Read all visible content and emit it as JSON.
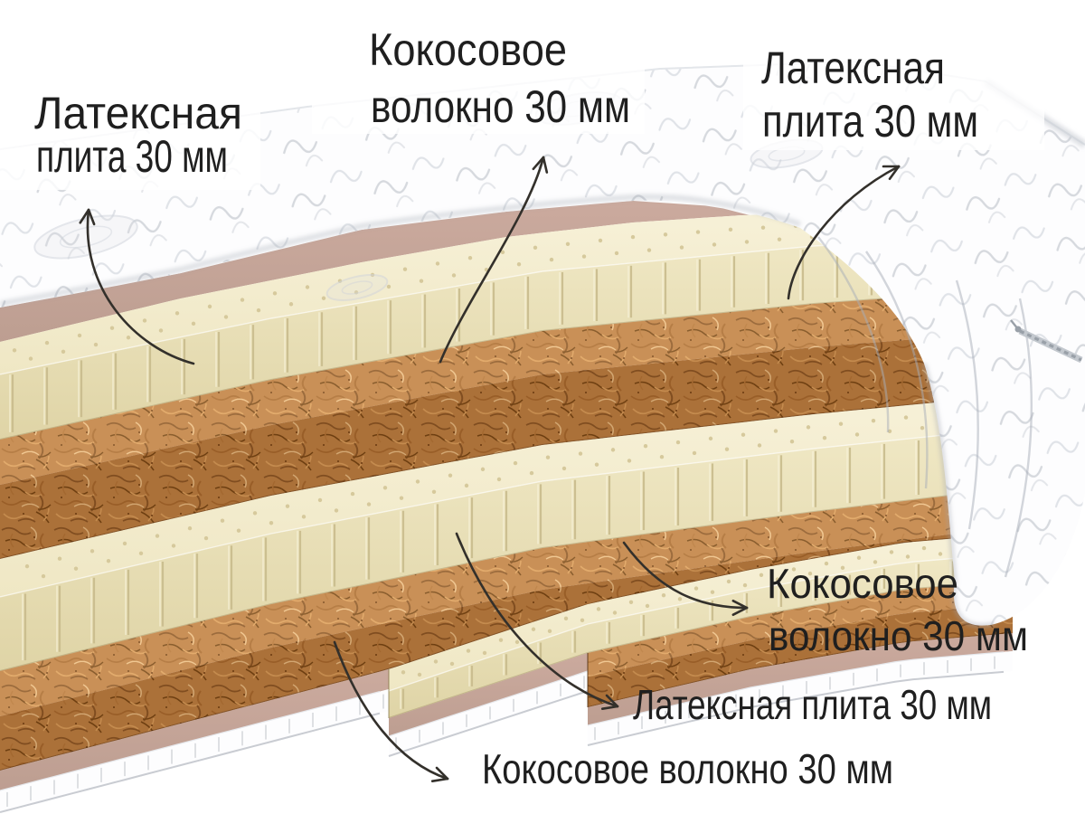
{
  "image_type": "mattress-layered-cutaway-product-illustration",
  "language": "ru",
  "callouts": [
    {
      "id": "latex-top-left",
      "material": "latex",
      "lines": [
        "Латексная",
        "плита 30 мм"
      ]
    },
    {
      "id": "coir-top-center",
      "material": "coconut-fiber",
      "lines": [
        "Кокосовое",
        "волокно 30 мм"
      ]
    },
    {
      "id": "latex-top-right",
      "material": "latex",
      "lines": [
        "Латексная",
        "плита 30 мм"
      ]
    },
    {
      "id": "coir-right",
      "material": "coconut-fiber",
      "lines": [
        "Кокосовое",
        "волокно 30 мм"
      ]
    },
    {
      "id": "latex-bottom-right",
      "material": "latex",
      "lines": [
        "Латексная плита 30 мм"
      ]
    },
    {
      "id": "coir-bottom",
      "material": "coconut-fiber",
      "lines": [
        "Кокосовое волокно 30 мм"
      ]
    }
  ],
  "layers_top_to_bottom": [
    {
      "name": "quilted-cover"
    },
    {
      "name": "felt-pad"
    },
    {
      "name": "latex-plate",
      "thickness": "30 мм"
    },
    {
      "name": "coconut-fiber",
      "thickness": "30 мм"
    },
    {
      "name": "latex-plate",
      "thickness": "30 мм"
    },
    {
      "name": "coconut-fiber",
      "thickness": "30 мм"
    },
    {
      "name": "latex-plate",
      "thickness": "30 мм"
    },
    {
      "name": "coconut-fiber",
      "thickness": "30 мм"
    },
    {
      "name": "felt-pad"
    },
    {
      "name": "quilted-cover"
    }
  ],
  "colors": {
    "background": "#ffffff",
    "latex_face": "#ece3ba",
    "latex_top": "#f5efd3",
    "latex_slit": "#c9bc8d",
    "latex_hole": "#d6c99c",
    "coir_base": "#bf8045",
    "coir_dark": "#8a5526",
    "coir_deep": "#744414",
    "coir_mid": "#a96a30",
    "coir_light": "#dda05e",
    "coir_pale": "#eec189",
    "felt_pink": "#c7a59a",
    "cover_white": "#fdfdfe",
    "quilt_stitch": "#d6d9de",
    "quilt_stitch_light": "#e4e6ea",
    "edge_stitch": "#dadce0",
    "zipper": "#99a0a8",
    "arrow": "#33302b",
    "text": "#1f1f1f",
    "label_backdrop": "rgba(255,255,255,0.8)"
  }
}
